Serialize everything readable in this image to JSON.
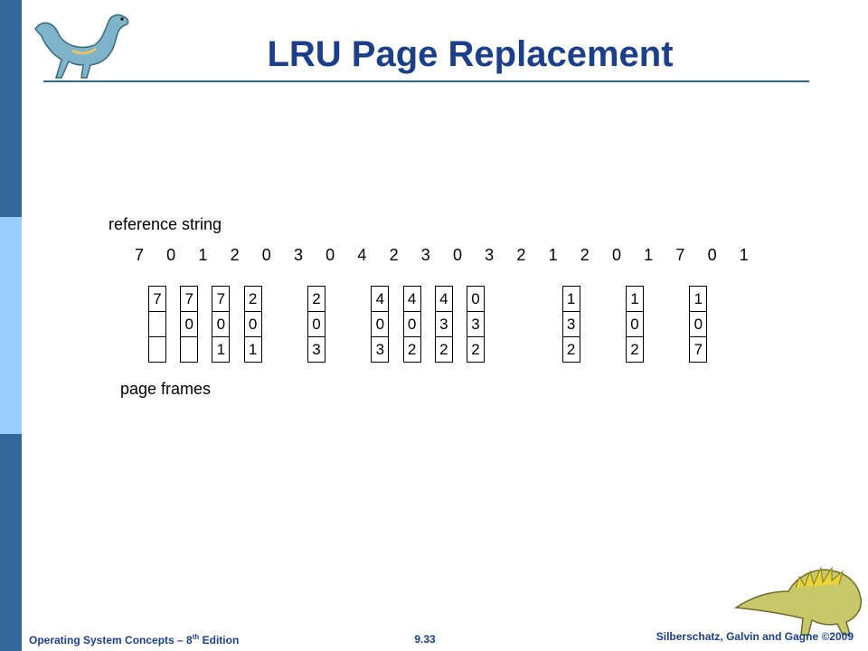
{
  "slide": {
    "title": "LRU Page Replacement",
    "reference_label": "reference string",
    "frames_label": "page frames",
    "reference_string": [
      "7",
      "0",
      "1",
      "2",
      "0",
      "3",
      "0",
      "4",
      "2",
      "3",
      "0",
      "3",
      "2",
      "1",
      "2",
      "0",
      "1",
      "7",
      "0",
      "1"
    ],
    "frames": [
      {
        "step": 0,
        "cells": [
          "7",
          "",
          ""
        ]
      },
      {
        "step": 1,
        "cells": [
          "7",
          "0",
          ""
        ]
      },
      {
        "step": 2,
        "cells": [
          "7",
          "0",
          "1"
        ]
      },
      {
        "step": 3,
        "cells": [
          "2",
          "0",
          "1"
        ]
      },
      {
        "step": 5,
        "cells": [
          "2",
          "0",
          "3"
        ]
      },
      {
        "step": 7,
        "cells": [
          "4",
          "0",
          "3"
        ]
      },
      {
        "step": 8,
        "cells": [
          "4",
          "0",
          "2"
        ]
      },
      {
        "step": 9,
        "cells": [
          "4",
          "3",
          "2"
        ]
      },
      {
        "step": 10,
        "cells": [
          "0",
          "3",
          "2"
        ]
      },
      {
        "step": 13,
        "cells": [
          "1",
          "3",
          "2"
        ]
      },
      {
        "step": 15,
        "cells": [
          "1",
          "0",
          "2"
        ]
      },
      {
        "step": 17,
        "cells": [
          "1",
          "0",
          "7"
        ]
      }
    ]
  },
  "footer": {
    "left_text": "Operating System Concepts – 8",
    "left_sup": "th",
    "left_tail": " Edition",
    "page_number": "9.33",
    "right_text": "Silberschatz, Galvin and Gagne ©2009"
  },
  "colors": {
    "title": "#1b3f8b",
    "sidebar_dark": "#336699",
    "sidebar_light": "#99ccff"
  }
}
